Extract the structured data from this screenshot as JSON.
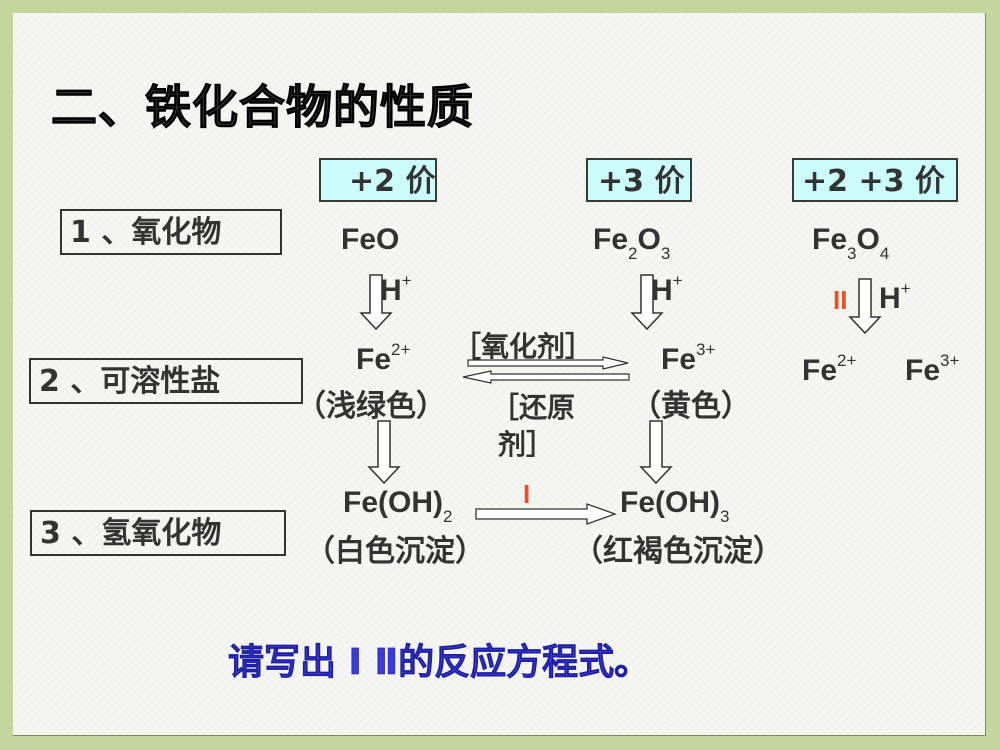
{
  "slide": {
    "title": "二、铁化合物的性质",
    "colors": {
      "border": "#c3d69b",
      "valence_box_fill": "#ccfcfc",
      "roman_numeral": "#e8502a",
      "question": "#3b3bd6"
    }
  },
  "valence_headers": [
    {
      "label": "+2 价"
    },
    {
      "label": "+3 价"
    },
    {
      "label": "+2  +3 价"
    }
  ],
  "categories": [
    {
      "label": "1 、氧化物"
    },
    {
      "label": "2 、可溶性盐"
    },
    {
      "label": "3 、氢氧化物"
    }
  ],
  "oxides": {
    "feo": {
      "base": "FeO"
    },
    "fe2o3": {
      "base": "Fe",
      "s1": "2",
      "mid": "O",
      "s2": "3"
    },
    "fe3o4": {
      "base": "Fe",
      "s1": "3",
      "mid": "O",
      "s2": "4"
    }
  },
  "reagents": {
    "acid_base": "H",
    "acid_sup": "+",
    "roman_ii": "II",
    "roman_i": "I"
  },
  "salts": {
    "fe2": {
      "base": "Fe",
      "sup": "2+",
      "color": "（浅绿色）"
    },
    "fe3": {
      "base": "Fe",
      "sup": "3+",
      "color": "（黄色）"
    },
    "fe2_right": {
      "base": "Fe",
      "sup": "2+"
    },
    "fe3_right": {
      "base": "Fe",
      "sup": "3+"
    },
    "oxidant": "［氧化剂］",
    "reductant_line1": "［还原",
    "reductant_line2": "剂］"
  },
  "hydroxides": {
    "feoh2": {
      "base": "Fe(OH)",
      "sub": "2",
      "color": "（白色沉淀）"
    },
    "feoh3": {
      "base": "Fe(OH)",
      "sub": "3",
      "color": "（红褐色沉淀）"
    }
  },
  "question": "请写出 Ⅰ Ⅱ的反应方程式。"
}
